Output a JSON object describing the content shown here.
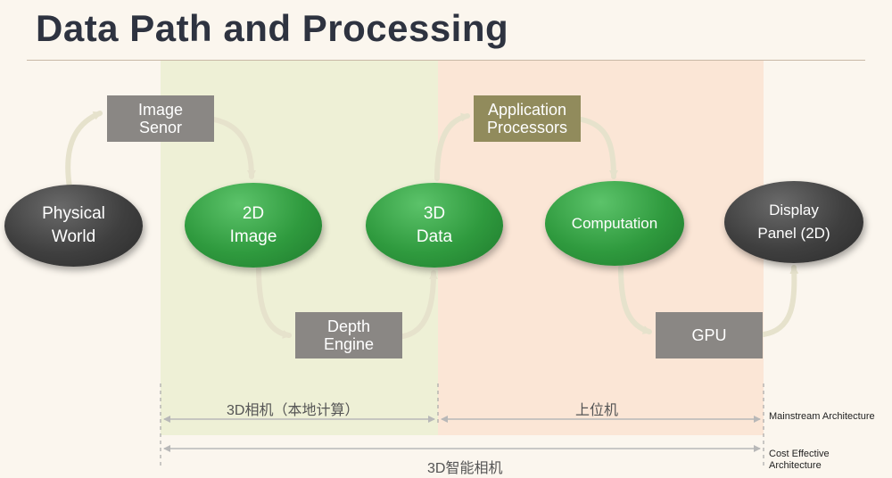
{
  "title": "Data Path and Processing",
  "nodes": {
    "physical_world": "Physical\nWorld",
    "image_sensor": "Image\nSenor",
    "image_2d": "2D\nImage",
    "depth_engine": "Depth\nEngine",
    "data_3d": "3D\nData",
    "application_processors": "Application\nProcessors",
    "computation": "Computation",
    "gpu": "GPU",
    "display_panel": "Display\nPanel (2D)"
  },
  "spans": {
    "camera_local": "3D相机（本地计算）",
    "host": "上位机",
    "smart_camera": "3D智能相机"
  },
  "side_labels": {
    "mainstream": "Mainstream Architecture",
    "cost_effective": "Cost Effective\nArchitecture"
  },
  "colors": {
    "title": "#2e3340",
    "green_zone": "#eef0d6",
    "peach_zone": "#fbe6d6",
    "grey_box": "#8a8784",
    "olive_box": "#918b5c",
    "green_node": "#2f9a3e",
    "dark_node": "#3f3f3f",
    "arrow": "#e6e2cc"
  }
}
